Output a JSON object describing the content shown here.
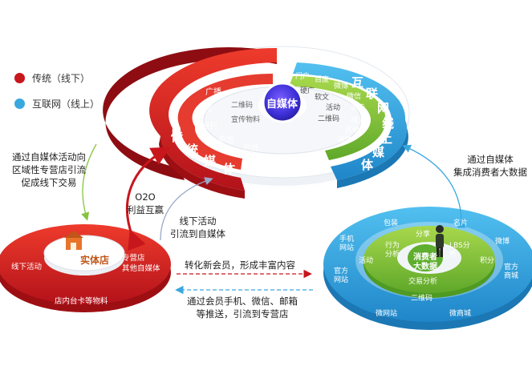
{
  "legend": {
    "traditional": {
      "label": "传统（线下）",
      "color": "#c8161d"
    },
    "internet": {
      "label": "互联网（线上）",
      "color": "#3aa8df"
    }
  },
  "center_disc": {
    "label": "自媒体",
    "left_sector_title": [
      "传",
      "统",
      "媒",
      "体"
    ],
    "right_sector_title": [
      "互",
      "联",
      "网",
      "线",
      "上",
      "媒",
      "体"
    ],
    "left_items": [
      "广播",
      "电视",
      "报刊",
      "杂志",
      "户外",
      "二维码",
      "宣传物料"
    ],
    "right_items": [
      "门户",
      "百度",
      "硬广",
      "软文",
      "微博",
      "微信",
      "活动",
      "论坛",
      "二维码",
      "线上",
      "其他",
      "媒体"
    ]
  },
  "store_disc": {
    "label": "实体店",
    "items": [
      "线下活动",
      "专营店",
      "其他自媒体",
      "店内台卡等物料"
    ]
  },
  "data_disc": {
    "label": "消费者大数据",
    "outer_items": [
      "包装",
      "名片",
      "手机网站",
      "微博",
      "官方商城",
      "官方网站",
      "微网站",
      "微商城"
    ],
    "inner_items": [
      "分享",
      "行为分析",
      "LBS分析",
      "活动",
      "积分",
      "交易分析",
      "二维码"
    ]
  },
  "notes": {
    "left": "通过自媒体活动向\n区域性专营店引流\n促成线下交易",
    "o2o": "O2O\n利益互赢",
    "offline": "线下活动\n引流到自媒体",
    "right": "通过自媒体\n集成消费者大数据",
    "red_arrow": "转化新会员，形成丰富内容",
    "blue_arrow": "通过会员手机、微信、邮箱\n等推送，引流到专营店"
  },
  "colors": {
    "red": "#d4181e",
    "red_dark": "#9e0f13",
    "blue": "#33a7e0",
    "blue_dark": "#1b78b4",
    "green": "#86c440",
    "green_dark": "#4f9a22"
  }
}
